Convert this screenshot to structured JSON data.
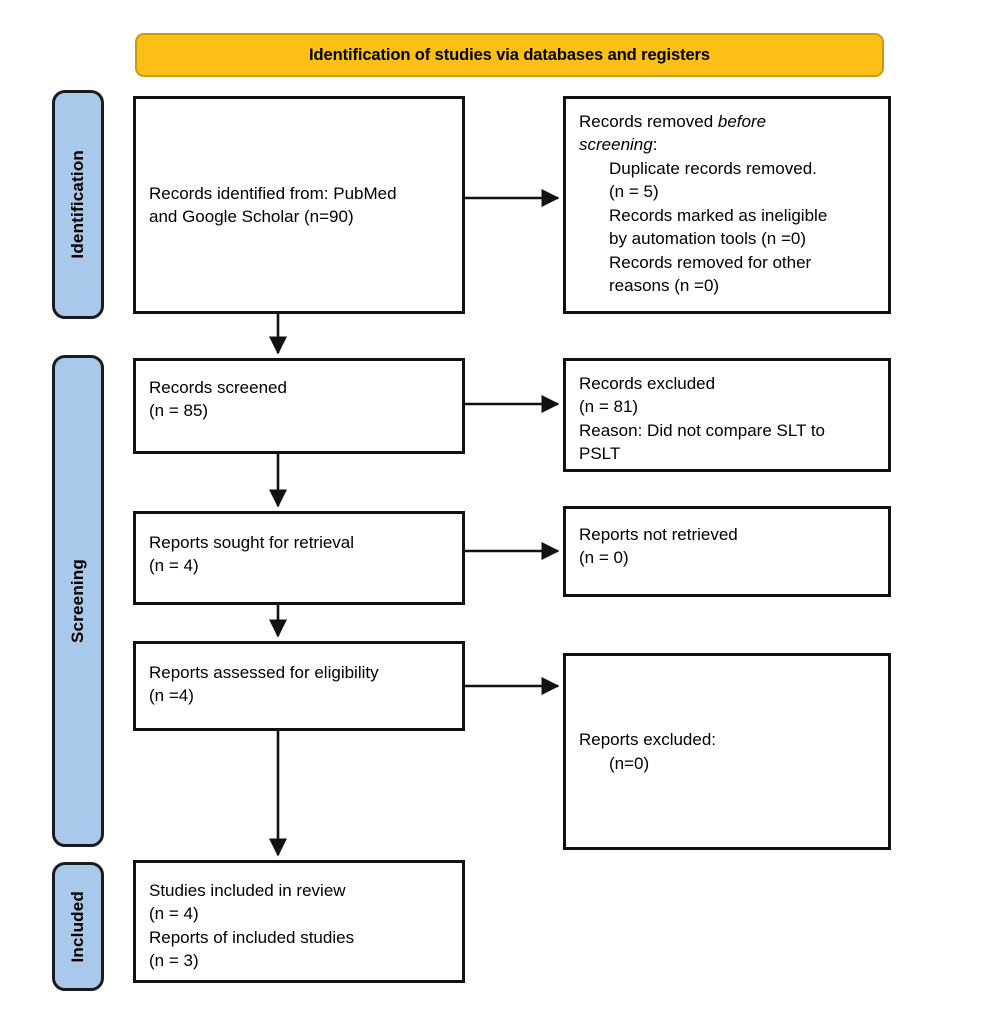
{
  "header": {
    "title": "Identification of studies via databases and registers",
    "background_color": "#FBBF16",
    "border_color": "#C99A13"
  },
  "stages": [
    {
      "key": "identification",
      "label": "Identification"
    },
    {
      "key": "screening",
      "label": "Screening"
    },
    {
      "key": "included",
      "label": "Included"
    }
  ],
  "stage_style": {
    "background_color": "#A9C9EA",
    "border_color": "#1B1B1B"
  },
  "boxes": {
    "identified": {
      "name": "records-identified",
      "lines": [
        "Records identified from: PubMed",
        "and Google Scholar (n=90)"
      ]
    },
    "removed": {
      "name": "records-removed-before-screening",
      "lines": [
        "Records removed before",
        "screening:",
        "Duplicate records removed.",
        "(n = 5)",
        "Records marked as ineligible",
        "by automation tools (n =0)",
        "Records removed for other",
        "reasons (n =0)"
      ]
    },
    "screened": {
      "name": "records-screened",
      "lines": [
        "Records screened",
        "(n = 85)"
      ]
    },
    "excluded": {
      "name": "records-excluded",
      "lines": [
        "Records excluded",
        "(n = 81)",
        "Reason: Did not compare SLT to",
        "PSLT"
      ]
    },
    "sought": {
      "name": "reports-sought-for-retrieval",
      "lines": [
        "Reports sought for retrieval",
        "(n = 4)"
      ]
    },
    "not_retrieved": {
      "name": "reports-not-retrieved",
      "lines": [
        "Reports not retrieved",
        "(n = 0)"
      ]
    },
    "assessed": {
      "name": "reports-assessed-for-eligibility",
      "lines": [
        "Reports assessed for eligibility",
        "(n =4)"
      ]
    },
    "reports_excluded": {
      "name": "reports-excluded",
      "lines": [
        "Reports excluded:",
        "(n=0)"
      ]
    },
    "included": {
      "name": "studies-included-in-review",
      "lines": [
        "Studies included in review",
        "(n = 4)",
        "Reports of included studies",
        "(n = 3)"
      ]
    }
  },
  "chart_data": {
    "type": "diagram",
    "title": "Identification of studies via databases and registers",
    "diagram_kind": "PRISMA 2020 flow diagram",
    "nodes": [
      {
        "id": "identified",
        "stage": "Identification",
        "label": "Records identified from: PubMed and Google Scholar",
        "n": 90
      },
      {
        "id": "removed",
        "stage": "Identification",
        "label": "Records removed before screening",
        "duplicates_removed": 5,
        "marked_ineligible_by_automation": 0,
        "removed_other_reasons": 0
      },
      {
        "id": "screened",
        "stage": "Screening",
        "label": "Records screened",
        "n": 85
      },
      {
        "id": "excluded",
        "stage": "Screening",
        "label": "Records excluded",
        "n": 81,
        "reason": "Did not compare SLT to PSLT"
      },
      {
        "id": "sought",
        "stage": "Screening",
        "label": "Reports sought for retrieval",
        "n": 4
      },
      {
        "id": "not_retrieved",
        "stage": "Screening",
        "label": "Reports not retrieved",
        "n": 0
      },
      {
        "id": "assessed",
        "stage": "Screening",
        "label": "Reports assessed for eligibility",
        "n": 4
      },
      {
        "id": "reports_excluded",
        "stage": "Screening",
        "label": "Reports excluded",
        "n": 0
      },
      {
        "id": "included_studies",
        "stage": "Included",
        "label": "Studies included in review",
        "n": 4
      },
      {
        "id": "included_reports",
        "stage": "Included",
        "label": "Reports of included studies",
        "n": 3
      }
    ],
    "edges": [
      {
        "from": "identified",
        "to": "removed",
        "direction": "right"
      },
      {
        "from": "identified",
        "to": "screened",
        "direction": "down"
      },
      {
        "from": "screened",
        "to": "excluded",
        "direction": "right"
      },
      {
        "from": "screened",
        "to": "sought",
        "direction": "down"
      },
      {
        "from": "sought",
        "to": "not_retrieved",
        "direction": "right"
      },
      {
        "from": "sought",
        "to": "assessed",
        "direction": "down"
      },
      {
        "from": "assessed",
        "to": "reports_excluded",
        "direction": "right"
      },
      {
        "from": "assessed",
        "to": "included_studies",
        "direction": "down"
      }
    ]
  }
}
